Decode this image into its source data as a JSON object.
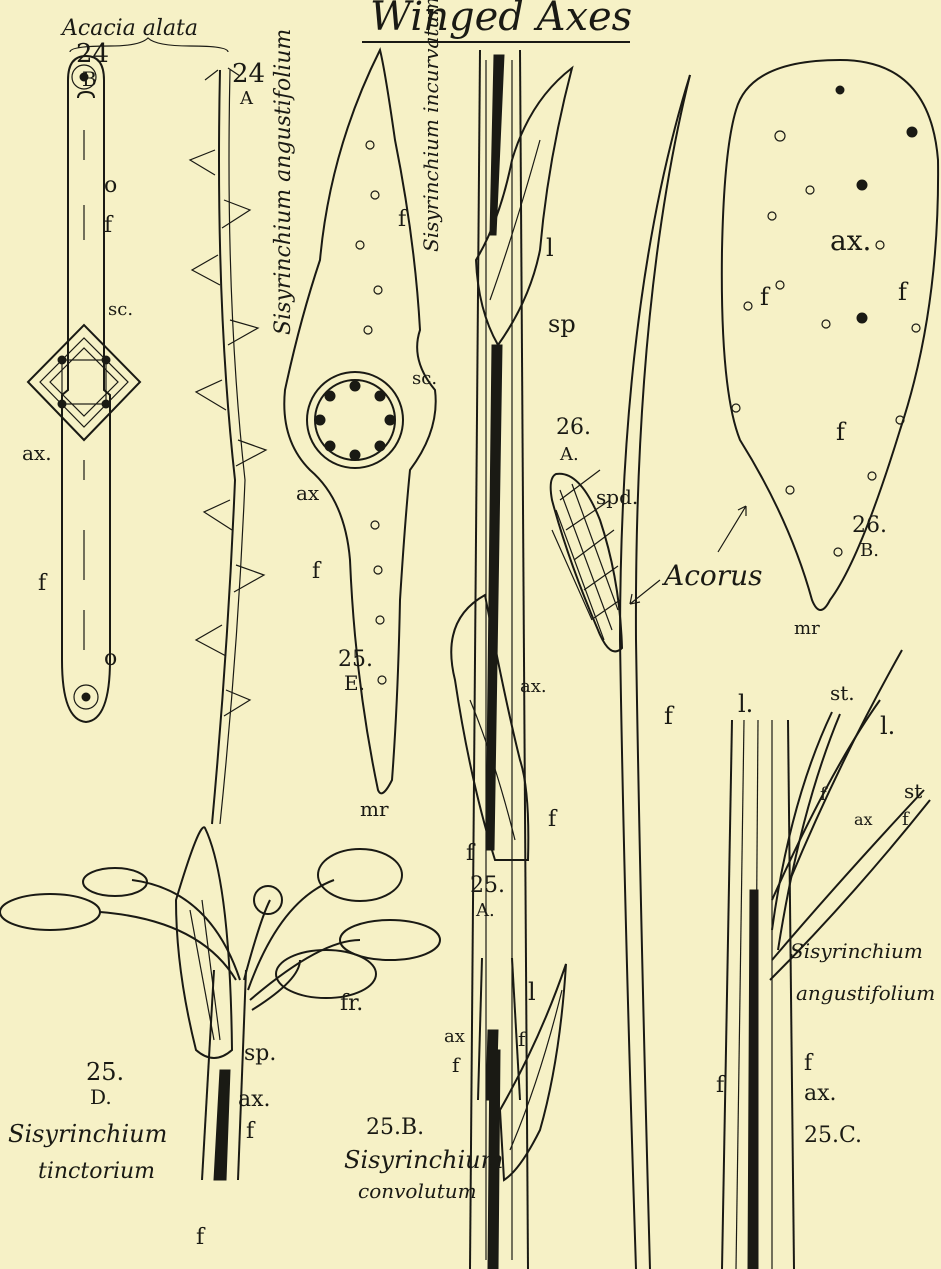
{
  "title": "Winged Axes",
  "colors": {
    "paper": "#f6f1c6",
    "ink": "#1a1a14"
  },
  "fig24": {
    "species": "Acacia alata",
    "b_label_num": "24",
    "b_label_letter": "B",
    "a_label_num": "24",
    "a_label_letter": "A",
    "labels": {
      "o1": "o",
      "f1": "f",
      "sc": "sc.",
      "ax": "ax.",
      "f2": "f",
      "o2": "o"
    }
  },
  "fig25E": {
    "species": "Sisyrinchium angustifolium",
    "labels": {
      "f_top": "f",
      "sc": "sc.",
      "ax": "ax",
      "f_low": "f",
      "num": "25.",
      "letter": "E.",
      "mr": "mr"
    }
  },
  "fig25A": {
    "species": "Sisyrinchium incurvatum",
    "labels": {
      "l": "l",
      "ax": "ax.",
      "f_right": "f",
      "f_left": "f",
      "num": "25.",
      "letter": "A."
    }
  },
  "fig26": {
    "a_num": "26.",
    "a_letter": "A.",
    "labels": {
      "spd": "spd.",
      "sp": "sp",
      "f": "f",
      "genus": "Acorus"
    },
    "b_labels": {
      "ax": "ax.",
      "f_left": "f",
      "f_right": "f",
      "f_center": "f",
      "num": "26.",
      "letter": "B.",
      "mr": "mr"
    }
  },
  "fig25C": {
    "species_line1": "Sisyrinchium",
    "species_line2": "angustifolium",
    "num": "25.C.",
    "labels": {
      "l_top": "l.",
      "st1": "st.",
      "l_right": "l.",
      "st2": "st",
      "f1": "f",
      "ax1": "ax",
      "f2": "f",
      "f_left": "f",
      "f_right": "f",
      "ax2": "ax."
    }
  },
  "fig25D": {
    "num": "25.",
    "letter": "D.",
    "species_line1": "Sisyrinchium",
    "species_line2": "tinctorium",
    "labels": {
      "fr": "fr.",
      "sp": "sp.",
      "ax": "ax.",
      "f_right": "f",
      "f_bottom": "f"
    }
  },
  "fig25B": {
    "num": "25.B.",
    "species_line1": "Sisyrinchium",
    "species_line2": "convolutum",
    "labels": {
      "l": "l",
      "ax": "ax",
      "f_a": "f",
      "f_b": "f"
    }
  }
}
